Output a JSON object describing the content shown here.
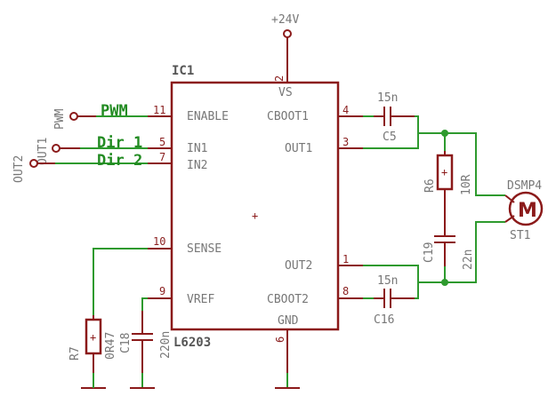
{
  "power": {
    "vcc": "+24V"
  },
  "ic": {
    "ref": "IC1",
    "part": "L6203",
    "pins": {
      "vs": {
        "name": "VS",
        "num": "2"
      },
      "enable": {
        "name": "ENABLE",
        "num": "11"
      },
      "in1": {
        "name": "IN1",
        "num": "5"
      },
      "in2": {
        "name": "IN2",
        "num": "7"
      },
      "sense": {
        "name": "SENSE",
        "num": "10"
      },
      "vref": {
        "name": "VREF",
        "num": "9"
      },
      "gnd": {
        "name": "GND",
        "num": "6"
      },
      "cboot1": {
        "name": "CBOOT1",
        "num": "4"
      },
      "out1": {
        "name": "OUT1",
        "num": "3"
      },
      "out2": {
        "name": "OUT2",
        "num": "1"
      },
      "cboot2": {
        "name": "CBOOT2",
        "num": "8"
      }
    }
  },
  "connectors": {
    "pwm": {
      "label": "PWM",
      "net": "PWM"
    },
    "out1": {
      "label": "OUT1",
      "net": "Dir 1"
    },
    "out2": {
      "label": "OUT2",
      "net": "Dir 2"
    }
  },
  "parts": {
    "c5": {
      "ref": "C5",
      "value": "15n"
    },
    "c16": {
      "ref": "C16",
      "value": "15n"
    },
    "r6": {
      "ref": "R6",
      "value": "10R"
    },
    "c19": {
      "ref": "C19",
      "value": "22n"
    },
    "r7": {
      "ref": "R7",
      "value": "0R47"
    },
    "c18": {
      "ref": "C18",
      "value": "220n"
    },
    "motor": {
      "ref": "DSMP4",
      "name": "ST1",
      "symbol": "M"
    }
  },
  "colors": {
    "wire": "#2e9a2e",
    "symbol": "#8b1a1a",
    "net_label": "#228b22",
    "text": "#777777"
  }
}
